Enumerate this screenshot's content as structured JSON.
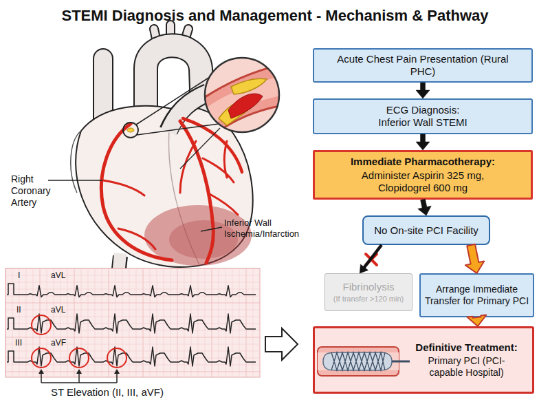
{
  "diagram": {
    "title": "STEMI Diagnosis and Management - Mechanism & Pathway",
    "nodes": [
      {
        "text": [
          "Acute Chest Pain Presentation (Rural PHC)"
        ]
      },
      {
        "text": [
          "ECG Diagnosis: Inferior Wall STEMI"
        ]
      },
      {
        "text": [
          "Immediate Pharmacotherapy:",
          "Administer Aspirin 325 mg, Clopidogrel 600 mg"
        ]
      },
      {
        "text": [
          "No On-site PCI Facility"
        ]
      },
      {
        "text": [
          "Fibrinolysis",
          "(If transfer >120 min)"
        ]
      },
      {
        "text": [
          "Arrange Immediate Transfer for Primary PCI"
        ]
      },
      {
        "text": [
          "Definitive Treatment:",
          "Primary PCI (PCI-capable Hospital)"
        ]
      }
    ],
    "edges": [
      {
        "from": 0,
        "to": 1,
        "arrow": "to"
      },
      {
        "from": 1,
        "to": 2,
        "arrow": "to"
      },
      {
        "from": 2,
        "to": 3,
        "arrow": "to"
      },
      {
        "from": 3,
        "to": 4,
        "arrow": "to"
      },
      {
        "from": 3,
        "to": 5,
        "arrow": "to"
      },
      {
        "from": 5,
        "to": 6,
        "arrow": "to"
      }
    ],
    "labels": [
      "Right Coronary Artery",
      "Inferior Wall Ischemia/Infarction",
      "I",
      "aVL",
      "II",
      "aVL",
      "III",
      "aVF",
      "ST Elevation (II, III, aVF)"
    ]
  }
}
